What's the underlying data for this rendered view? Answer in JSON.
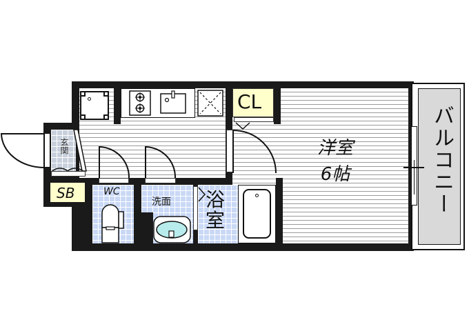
{
  "floorplan": {
    "rooms": {
      "western_room": {
        "name": "洋室",
        "size": "6帖"
      },
      "balcony": {
        "name": "バルコニー"
      },
      "closet": {
        "name": "CL"
      },
      "entrance": {
        "name": "玄関"
      },
      "shoe_box": {
        "name": "SB"
      },
      "toilet": {
        "name": "WC"
      },
      "washroom": {
        "name": "洗面"
      },
      "bathroom": {
        "name": "浴室"
      }
    },
    "colors": {
      "wall": "#1a1a1a",
      "closet_fill": "#ffffcc",
      "tile_fill": "#c9d8f5",
      "balcony_fill": "#d9d9d9",
      "basin_fill": "#b8ecec"
    }
  }
}
